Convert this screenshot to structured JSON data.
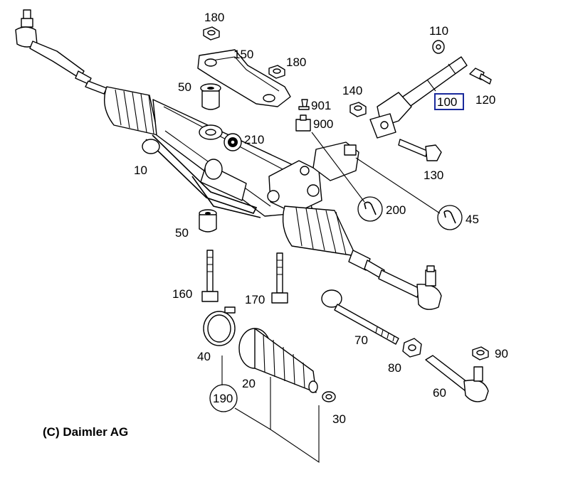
{
  "copyright": "(C) Daimler AG",
  "callouts": {
    "p10": "10",
    "p20": "20",
    "p30": "30",
    "p40": "40",
    "p45": "45",
    "p50a": "50",
    "p50b": "50",
    "p60": "60",
    "p70": "70",
    "p80": "80",
    "p90": "90",
    "p100": "100",
    "p110": "110",
    "p120": "120",
    "p130": "130",
    "p140": "140",
    "p150": "150",
    "p160": "160",
    "p170": "170",
    "p180a": "180",
    "p180b": "180",
    "p190": "190",
    "p200": "200",
    "p210": "210",
    "p900": "900",
    "p901": "901"
  },
  "highlight_color": "#1a2a9c",
  "copyright_color": "#1a2fc4"
}
